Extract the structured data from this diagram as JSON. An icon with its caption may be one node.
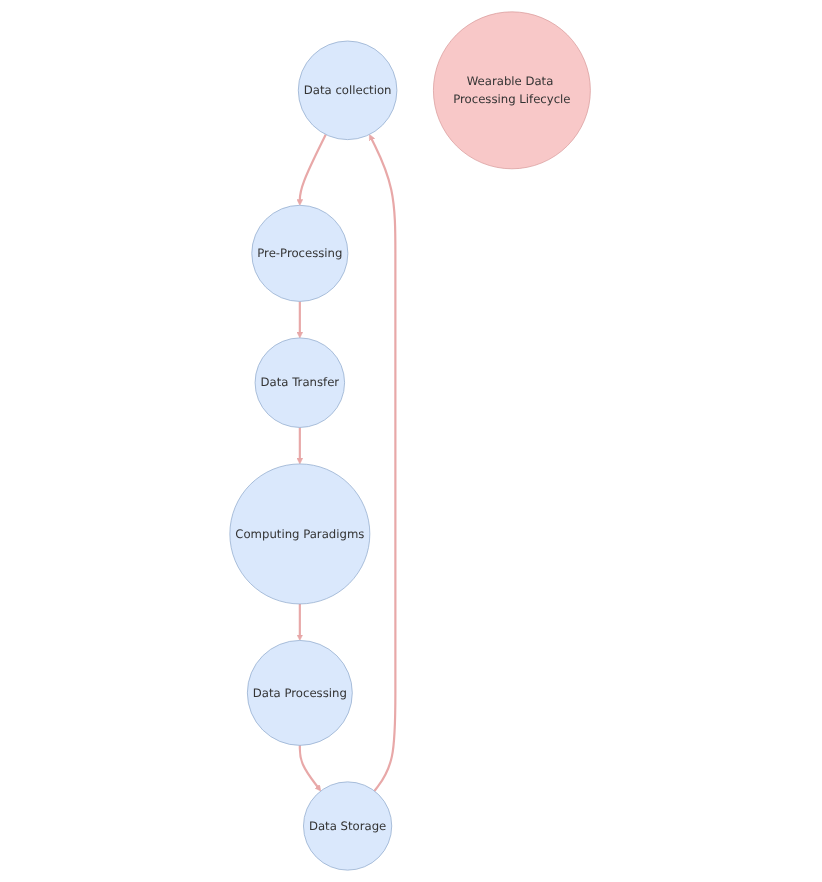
{
  "diagram": {
    "nodes": [
      {
        "text": [
          "Data collection"
        ]
      },
      {
        "text": [
          "Data Storage"
        ]
      },
      {
        "text": [
          "Pre-Processing"
        ]
      },
      {
        "text": [
          "Wearable Data Processing Lifecycle"
        ]
      },
      {
        "text": [
          "Data Transfer"
        ]
      },
      {
        "text": [
          "Data Processing"
        ]
      },
      {
        "text": [
          "Computing Paradigms"
        ]
      }
    ],
    "edges": [
      {
        "from": 0,
        "to": 2,
        "arrow": "to"
      },
      {
        "from": 2,
        "to": 4,
        "arrow": "to"
      },
      {
        "from": 4,
        "to": 6,
        "arrow": "to"
      },
      {
        "from": 6,
        "to": 5,
        "arrow": "to"
      },
      {
        "from": 5,
        "to": 1,
        "arrow": "to"
      },
      {
        "from": 1,
        "to": 0,
        "arrow": "to"
      }
    ]
  }
}
